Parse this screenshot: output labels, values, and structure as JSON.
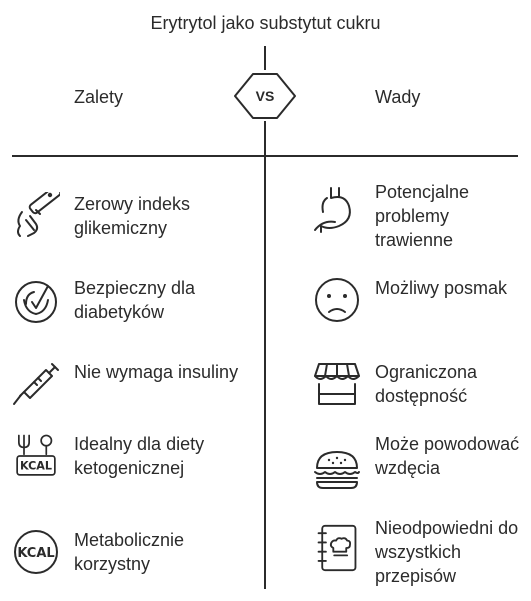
{
  "title": "Erytrytol jako substytut cukru",
  "vs_label": "VS",
  "left_heading": "Zalety",
  "right_heading": "Wady",
  "advantages": [
    {
      "text": "Zerowy indeks glikemiczny",
      "icon": "glucose-meter-icon"
    },
    {
      "text": "Bezpieczny dla diabetyków",
      "icon": "healthy-check-icon"
    },
    {
      "text": "Nie wymaga insuliny",
      "icon": "syringe-icon"
    },
    {
      "text": "Idealny dla diety ketogenicznej",
      "icon": "kcal-meal-icon"
    },
    {
      "text": "Metabolicznie korzystny",
      "icon": "kcal-icon"
    }
  ],
  "disadvantages": [
    {
      "text": "Potencjalne problemy trawienne",
      "icon": "stomach-icon"
    },
    {
      "text": "Możliwy posmak",
      "icon": "sad-face-icon"
    },
    {
      "text": "Ograniczona dostępność",
      "icon": "shop-icon"
    },
    {
      "text": "Może powodować wzdęcia",
      "icon": "burger-icon"
    },
    {
      "text": "Nieodpowiedni do wszystkich przepisów",
      "icon": "recipe-book-icon"
    }
  ],
  "icon_text": {
    "kcal": "KCAL"
  }
}
